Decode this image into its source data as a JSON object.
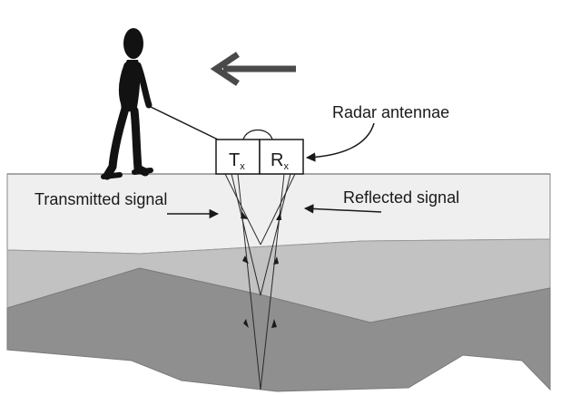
{
  "labels": {
    "antenna": "Radar antennae",
    "transmitted": "Transmitted signal",
    "reflected": "Reflected signal",
    "tx_main": "T",
    "tx_sub": "x",
    "rx_main": "R",
    "rx_sub": "x"
  },
  "colors": {
    "layer_top": "#efefef",
    "layer_middle": "#c2c2c2",
    "layer_bottom": "#8f8f8f",
    "person": "#121212",
    "motion_arrow": "#4a4a4a",
    "lines": "#1a1a1a",
    "ground_line": "#8a8a8a"
  },
  "icons": {
    "person": "walking-person-icon",
    "direction": "left-arrow-icon"
  }
}
